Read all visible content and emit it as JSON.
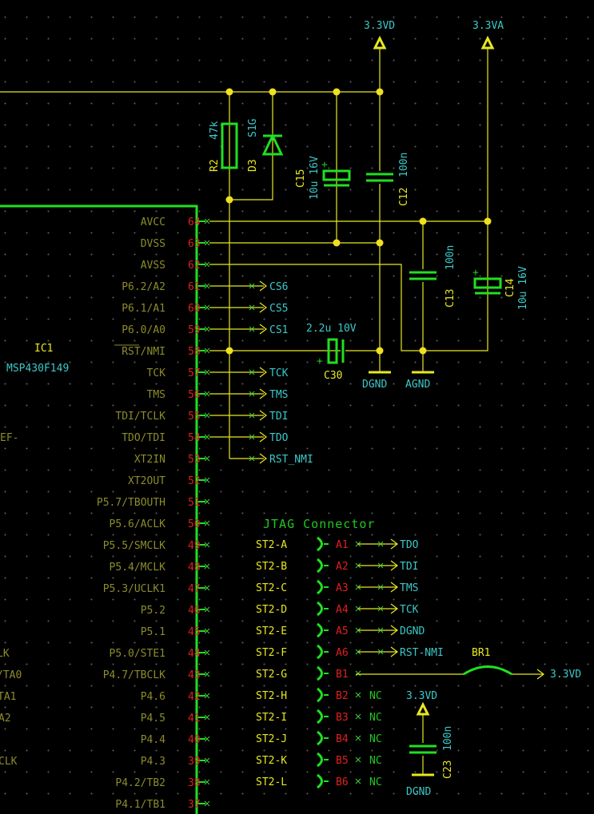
{
  "ic": {
    "ref": "IC1",
    "value": "MSP430F149",
    "pins": [
      {
        "num": "64",
        "name": "AVCC"
      },
      {
        "num": "63",
        "name": "DVSS"
      },
      {
        "num": "62",
        "name": "AVSS"
      },
      {
        "num": "61",
        "name": "P6.2/A2"
      },
      {
        "num": "60",
        "name": "P6.1/A1"
      },
      {
        "num": "59",
        "name": "P6.0/A0"
      },
      {
        "num": "58",
        "name": "RST/NMI"
      },
      {
        "num": "57",
        "name": "TCK"
      },
      {
        "num": "56",
        "name": "TMS"
      },
      {
        "num": "55",
        "name": "TDI/TCLK"
      },
      {
        "num": "54",
        "name": "TDO/TDI"
      },
      {
        "num": "53",
        "name": "XT2IN"
      },
      {
        "num": "52",
        "name": "XT2OUT"
      },
      {
        "num": "51",
        "name": "P5.7/TBOUTH"
      },
      {
        "num": "50",
        "name": "P5.6/ACLK"
      },
      {
        "num": "49",
        "name": "P5.5/SMCLK"
      },
      {
        "num": "48",
        "name": "P5.4/MCLK"
      },
      {
        "num": "47",
        "name": "P5.3/UCLK1"
      },
      {
        "num": "46",
        "name": "P5.2"
      },
      {
        "num": "45",
        "name": "P5.1"
      },
      {
        "num": "44",
        "name": "P5.0/STE1"
      },
      {
        "num": "43",
        "name": "P4.7/TBCLK"
      },
      {
        "num": "42",
        "name": "P4.6"
      },
      {
        "num": "41",
        "name": "P4.5"
      },
      {
        "num": "40",
        "name": "P4.4"
      },
      {
        "num": "39",
        "name": "P4.3"
      },
      {
        "num": "38",
        "name": "P4.2/TB2"
      },
      {
        "num": "37",
        "name": "P4.1/TB1"
      }
    ]
  },
  "cut_labels": [
    "EF-",
    "LK",
    "/TA0",
    "TA1",
    "A2",
    "CLK"
  ],
  "bus_labels": {
    "p61": "CS6",
    "p60": "CS5",
    "p59": "CS1",
    "p57": "TCK",
    "p56": "TMS",
    "p55": "TDI",
    "p54": "TDO",
    "rst": "RST_NMI"
  },
  "components": {
    "r2": {
      "ref": "R2",
      "value": "47k"
    },
    "d3": {
      "ref": "D3",
      "value": "S1G"
    },
    "c15": {
      "ref": "C15",
      "value": "10u 16V"
    },
    "c12": {
      "ref": "C12",
      "value": "100n"
    },
    "c13": {
      "ref": "C13",
      "value": "100n"
    },
    "c14": {
      "ref": "C14",
      "value": "10u 16V"
    },
    "c30": {
      "ref": "C30",
      "value": "2.2u 10V"
    },
    "c23": {
      "ref": "C23",
      "value": "100n"
    },
    "br1": {
      "ref": "BR1"
    }
  },
  "supplies": {
    "vd": "3.3VD",
    "va": "3.3VA",
    "dgnd": "DGND",
    "agnd": "AGND"
  },
  "jtag": {
    "title": "JTAG Connector",
    "rows": [
      {
        "ref": "ST2-A",
        "pin": "A1",
        "net": "TDO"
      },
      {
        "ref": "ST2-B",
        "pin": "A2",
        "net": "TDI"
      },
      {
        "ref": "ST2-C",
        "pin": "A3",
        "net": "TMS"
      },
      {
        "ref": "ST2-D",
        "pin": "A4",
        "net": "TCK"
      },
      {
        "ref": "ST2-E",
        "pin": "A5",
        "net": "DGND"
      },
      {
        "ref": "ST2-F",
        "pin": "A6",
        "net": "RST-NMI"
      },
      {
        "ref": "ST2-G",
        "pin": "B1",
        "net": "3.3VD"
      },
      {
        "ref": "ST2-H",
        "pin": "B2",
        "net": "NC"
      },
      {
        "ref": "ST2-I",
        "pin": "B3",
        "net": "NC"
      },
      {
        "ref": "ST2-J",
        "pin": "B4",
        "net": "NC"
      },
      {
        "ref": "ST2-K",
        "pin": "B5",
        "net": "NC"
      },
      {
        "ref": "ST2-L",
        "pin": "B6",
        "net": "NC"
      }
    ]
  }
}
